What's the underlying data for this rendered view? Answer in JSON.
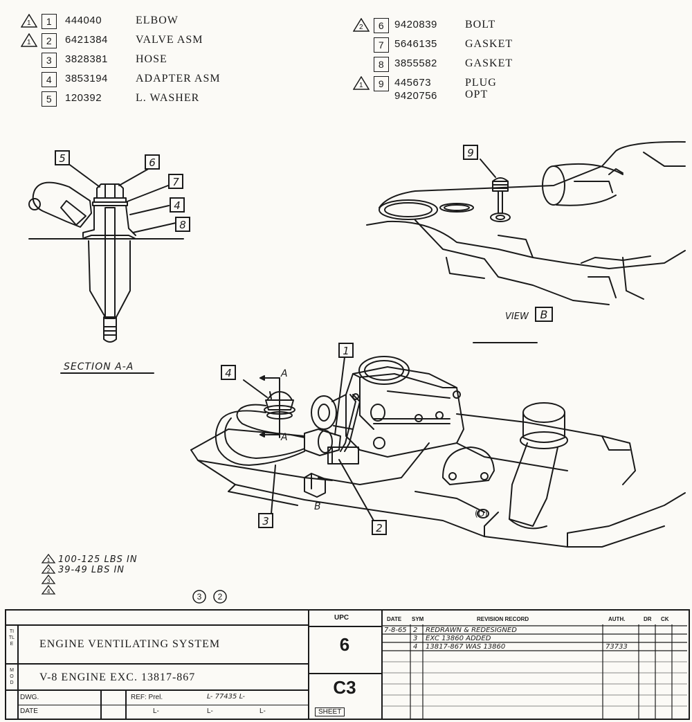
{
  "parts_left": [
    {
      "tri": "1",
      "num": "1",
      "pn": "444040",
      "name": "ELBOW"
    },
    {
      "tri": "1",
      "num": "2",
      "pn": "6421384",
      "name": "VALVE ASM"
    },
    {
      "tri": "",
      "num": "3",
      "pn": "3828381",
      "name": "HOSE"
    },
    {
      "tri": "",
      "num": "4",
      "pn": "3853194",
      "name": "ADAPTER ASM"
    },
    {
      "tri": "",
      "num": "5",
      "pn": "120392",
      "name": "L. WASHER"
    }
  ],
  "parts_right": [
    {
      "tri": "2",
      "num": "6",
      "pn": "9420839",
      "name": "BOLT"
    },
    {
      "tri": "",
      "num": "7",
      "pn": "5646135",
      "name": "GASKET"
    },
    {
      "tri": "",
      "num": "8",
      "pn": "3855582",
      "name": "GASKET"
    },
    {
      "tri": "1",
      "num": "9",
      "pn": "445673",
      "name": "PLUG",
      "pn2": "9420756",
      "name2": "OPT"
    }
  ],
  "callouts": {
    "c1": "1",
    "c2": "2",
    "c3": "3",
    "c4": "4",
    "c5": "5",
    "c6": "6",
    "c7": "7",
    "c4b": "4",
    "c8": "8",
    "c9": "9",
    "section": "SECTION A-A",
    "view": "VIEW",
    "view_letter": "B",
    "a_top": "A",
    "a_bot": "A",
    "b_mark": "B"
  },
  "torque": [
    {
      "tri": "1",
      "text": "100-125 LBS IN"
    },
    {
      "tri": "2",
      "text": "39-49 LBS IN"
    },
    {
      "tri": "3",
      "text": ""
    },
    {
      "tri": "4",
      "text": ""
    }
  ],
  "circled": [
    "3",
    "2"
  ],
  "title_block": {
    "title_label": "TITLE",
    "mod_label": "MOD",
    "title": "ENGINE VENTILATING SYSTEM",
    "mod": "V-8 ENGINE  EXC. 13817-867",
    "dwg_label": "DWG.",
    "date_label": "DATE",
    "dwg_val": "",
    "ref_label": "REF: Prel.",
    "ref_val": "L- 77435  L-",
    "l_row": "L-",
    "upc_label": "UPC",
    "upc": "6",
    "code": "C3",
    "sheet": "SHEET",
    "date_hdr": "DATE",
    "sym_hdr": "SYM",
    "rev_hdr": "REVISION RECORD",
    "auth_hdr": "AUTH.",
    "dr_hdr": "DR",
    "ck_hdr": "CK",
    "revisions": [
      {
        "date": "7-8-65",
        "sym": "2",
        "text": "REDRAWN & REDESIGNED"
      },
      {
        "date": "",
        "sym": "3",
        "text": "EXC 13860 ADDED"
      },
      {
        "date": "",
        "sym": "4",
        "text": "13817-867 WAS 13860"
      }
    ],
    "auth": [
      "",
      "",
      "73733"
    ]
  }
}
